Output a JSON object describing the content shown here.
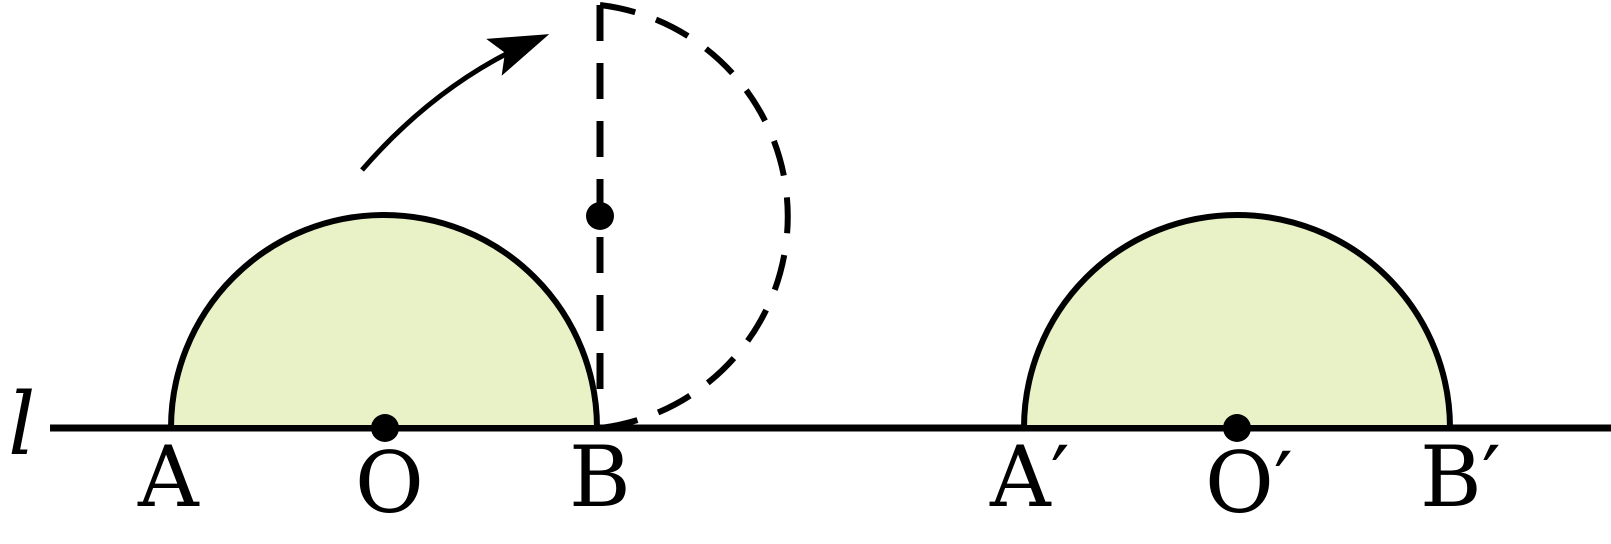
{
  "diagram": {
    "line_label": "l",
    "points": {
      "A": "A",
      "O": "O",
      "B": "B",
      "A_prime": "A′",
      "O_prime": "O′",
      "B_prime": "B′"
    },
    "colors": {
      "stroke": "#000000",
      "fill": "#e9f2c6",
      "background": "#ffffff"
    }
  }
}
